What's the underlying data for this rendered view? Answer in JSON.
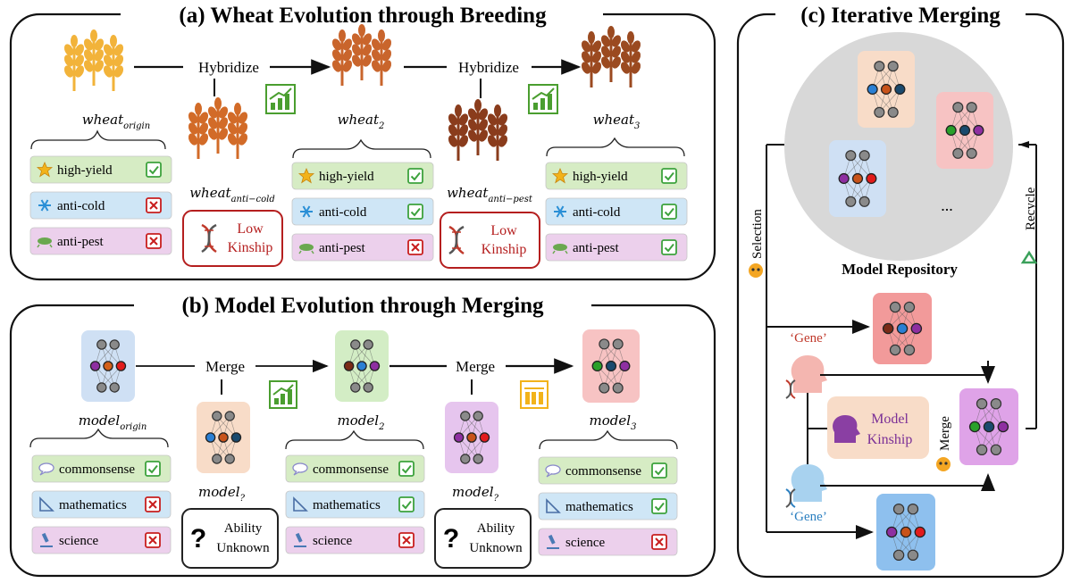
{
  "panel_a": {
    "title": "(a) Wheat Evolution through Breeding",
    "hybridize_1": "Hybridize",
    "hybridize_2": "Hybridize",
    "wheat_origin": {
      "base": "wheat",
      "sub": "origin"
    },
    "wheat_anti_cold": {
      "base": "wheat",
      "sub": "anti−cold"
    },
    "wheat_2": {
      "base": "wheat",
      "sub": "2"
    },
    "wheat_anti_pest": {
      "base": "wheat",
      "sub": "anti−pest"
    },
    "wheat_3": {
      "base": "wheat",
      "sub": "3"
    },
    "low_kinship_1": [
      "Low",
      "Kinship"
    ],
    "low_kinship_2": [
      "Low",
      "Kinship"
    ],
    "traits": {
      "origin": [
        {
          "label": "high-yield",
          "icon": "star-icon",
          "status": "check"
        },
        {
          "label": "anti-cold",
          "icon": "snowflake-icon",
          "status": "cross"
        },
        {
          "label": "anti-pest",
          "icon": "bug-icon",
          "status": "cross"
        }
      ],
      "wheat_2": [
        {
          "label": "high-yield",
          "icon": "star-icon",
          "status": "check"
        },
        {
          "label": "anti-cold",
          "icon": "snowflake-icon",
          "status": "check"
        },
        {
          "label": "anti-pest",
          "icon": "bug-icon",
          "status": "cross"
        }
      ],
      "wheat_3": [
        {
          "label": "high-yield",
          "icon": "star-icon",
          "status": "check"
        },
        {
          "label": "anti-cold",
          "icon": "snowflake-icon",
          "status": "check"
        },
        {
          "label": "anti-pest",
          "icon": "bug-icon",
          "status": "check"
        }
      ]
    }
  },
  "panel_b": {
    "title": "(b) Model Evolution through Merging",
    "merge_1": "Merge",
    "merge_2": "Merge",
    "model_origin": {
      "base": "model",
      "sub": "origin"
    },
    "model_unknown_1": {
      "base": "model",
      "sub": "?"
    },
    "model_2": {
      "base": "model",
      "sub": "2"
    },
    "model_unknown_2": {
      "base": "model",
      "sub": "?"
    },
    "model_3": {
      "base": "model",
      "sub": "3"
    },
    "ability_unknown_1": [
      "Ability",
      "Unknown"
    ],
    "ability_unknown_2": [
      "Ability",
      "Unknown"
    ],
    "question_mark": "?",
    "abilities": {
      "origin": [
        {
          "label": "commonsense",
          "icon": "speech-bubble-icon",
          "status": "check"
        },
        {
          "label": "mathematics",
          "icon": "ruler-triangle-icon",
          "status": "cross"
        },
        {
          "label": "science",
          "icon": "microscope-icon",
          "status": "cross"
        }
      ],
      "model_2": [
        {
          "label": "commonsense",
          "icon": "speech-bubble-icon",
          "status": "check"
        },
        {
          "label": "mathematics",
          "icon": "ruler-triangle-icon",
          "status": "check"
        },
        {
          "label": "science",
          "icon": "microscope-icon",
          "status": "cross"
        }
      ],
      "model_3": [
        {
          "label": "commonsense",
          "icon": "speech-bubble-icon",
          "status": "check"
        },
        {
          "label": "mathematics",
          "icon": "ruler-triangle-icon",
          "status": "check"
        },
        {
          "label": "science",
          "icon": "microscope-icon",
          "status": "cross"
        }
      ]
    }
  },
  "panel_c": {
    "title": "(c) Iterative Merging",
    "repository_label": "Model Repository",
    "ellipsis": "...",
    "selection": "Selection",
    "recycle": "Recycle",
    "merge": "Merge",
    "gene_1": "‘Gene’",
    "gene_2": "‘Gene’",
    "model_kinship": [
      "Model",
      "Kinship"
    ]
  },
  "colors": {
    "wheat_gold": "#f2b33a",
    "wheat_orange": "#d26b28",
    "wheat_brown": "#8a3c1c",
    "check_green": "#3da23d",
    "cross_red": "#c81e1e",
    "trait_green": "#d6ecc4",
    "trait_blue": "#cfe6f6",
    "trait_pink": "#ecd0ec",
    "model_blue": "#cfe0f4",
    "model_green": "#d3edc5",
    "model_peach": "#f8dcc8",
    "model_pink": "#f7c3c3",
    "model_purple": "#e6c5ee",
    "kinship_red": "#b51f1f"
  }
}
